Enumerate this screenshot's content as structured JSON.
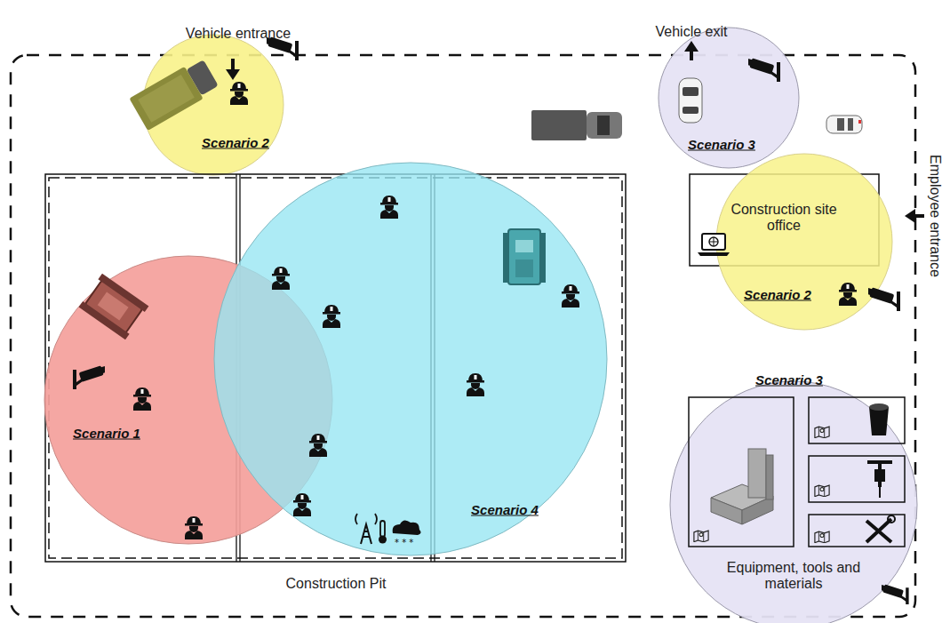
{
  "diagram": {
    "nodes": [
      {
        "text": [
          "Scenario 2"
        ]
      },
      {
        "text": [
          "Scenario 3"
        ]
      },
      {
        "text": [
          "Construction site office"
        ]
      },
      {
        "text": [
          "Scenario 2"
        ]
      },
      {
        "text": [
          "Construction Pit"
        ]
      },
      {
        "text": [
          "Scenario 1"
        ]
      },
      {
        "text": [
          "Scenario 4"
        ]
      },
      {
        "text": [
          "Scenario 3",
          "Equipment, tools and materials"
        ]
      }
    ],
    "labels": [
      "Vehicle entrance",
      "Vehicle exit",
      "Employee entrance"
    ]
  }
}
